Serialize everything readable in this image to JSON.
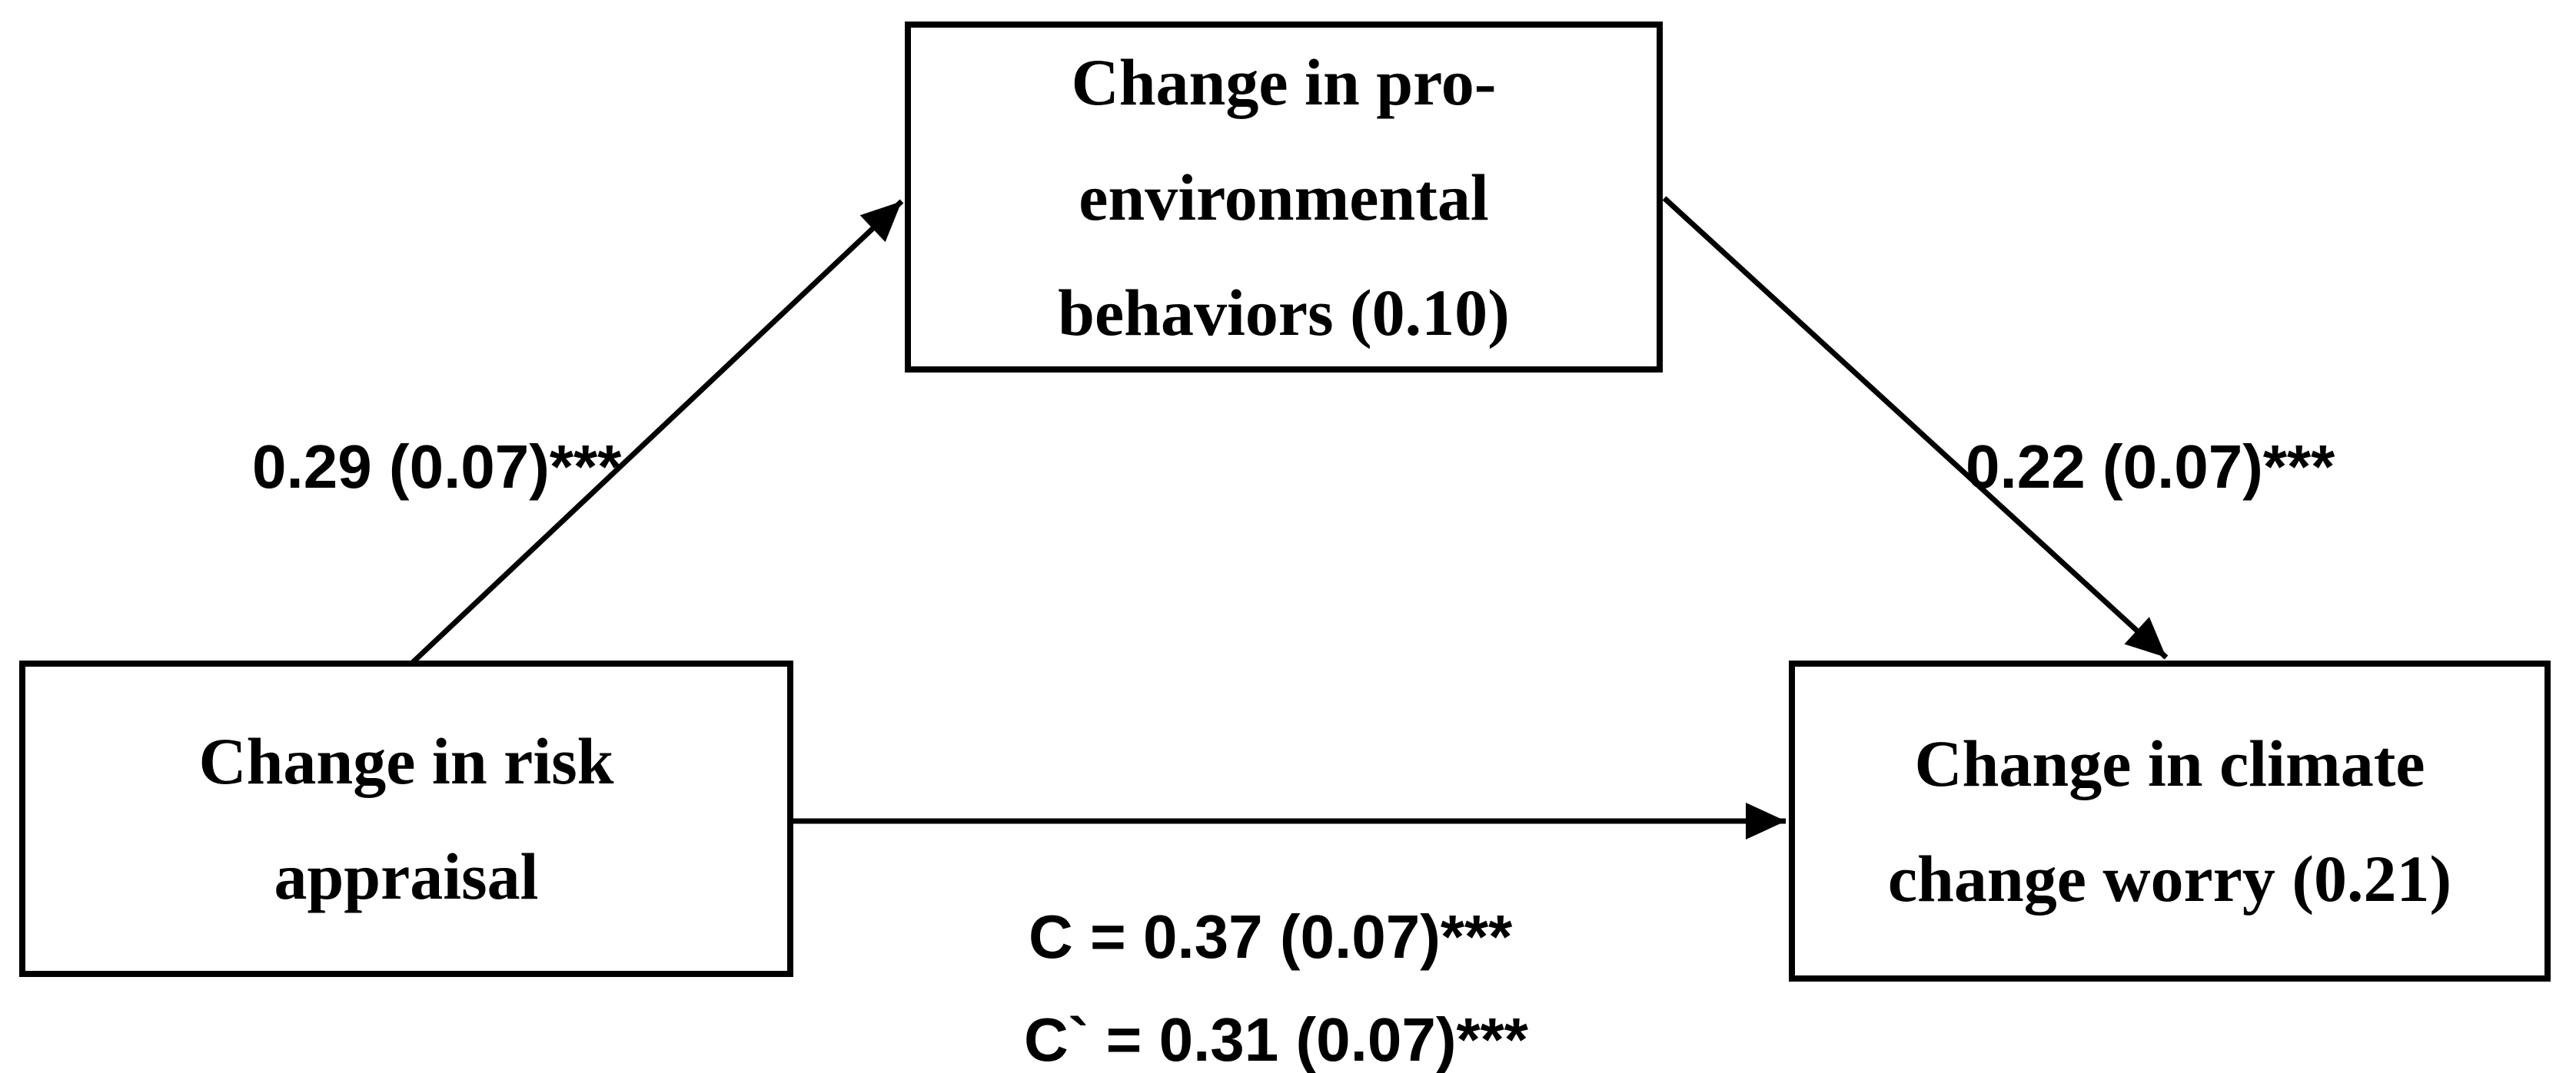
{
  "colors": {
    "background": "#ffffff",
    "ink": "#000000"
  },
  "boxes": {
    "mediator": {
      "lines": [
        "Change in pro-",
        "environmental",
        "behaviors (0.10)"
      ]
    },
    "predictor": {
      "lines": [
        "Change in risk",
        "appraisal"
      ]
    },
    "outcome": {
      "lines": [
        "Change in climate",
        "change worry (0.21)"
      ]
    }
  },
  "paths": {
    "a": {
      "from": "predictor",
      "to": "mediator",
      "label": "0.29 (0.07)***"
    },
    "b": {
      "from": "mediator",
      "to": "outcome",
      "label": "0.22 (0.07)***"
    },
    "c": {
      "from": "predictor",
      "to": "outcome",
      "total_label": "C = 0.37 (0.07)***",
      "direct_label": "C` = 0.31 (0.07)***"
    }
  }
}
